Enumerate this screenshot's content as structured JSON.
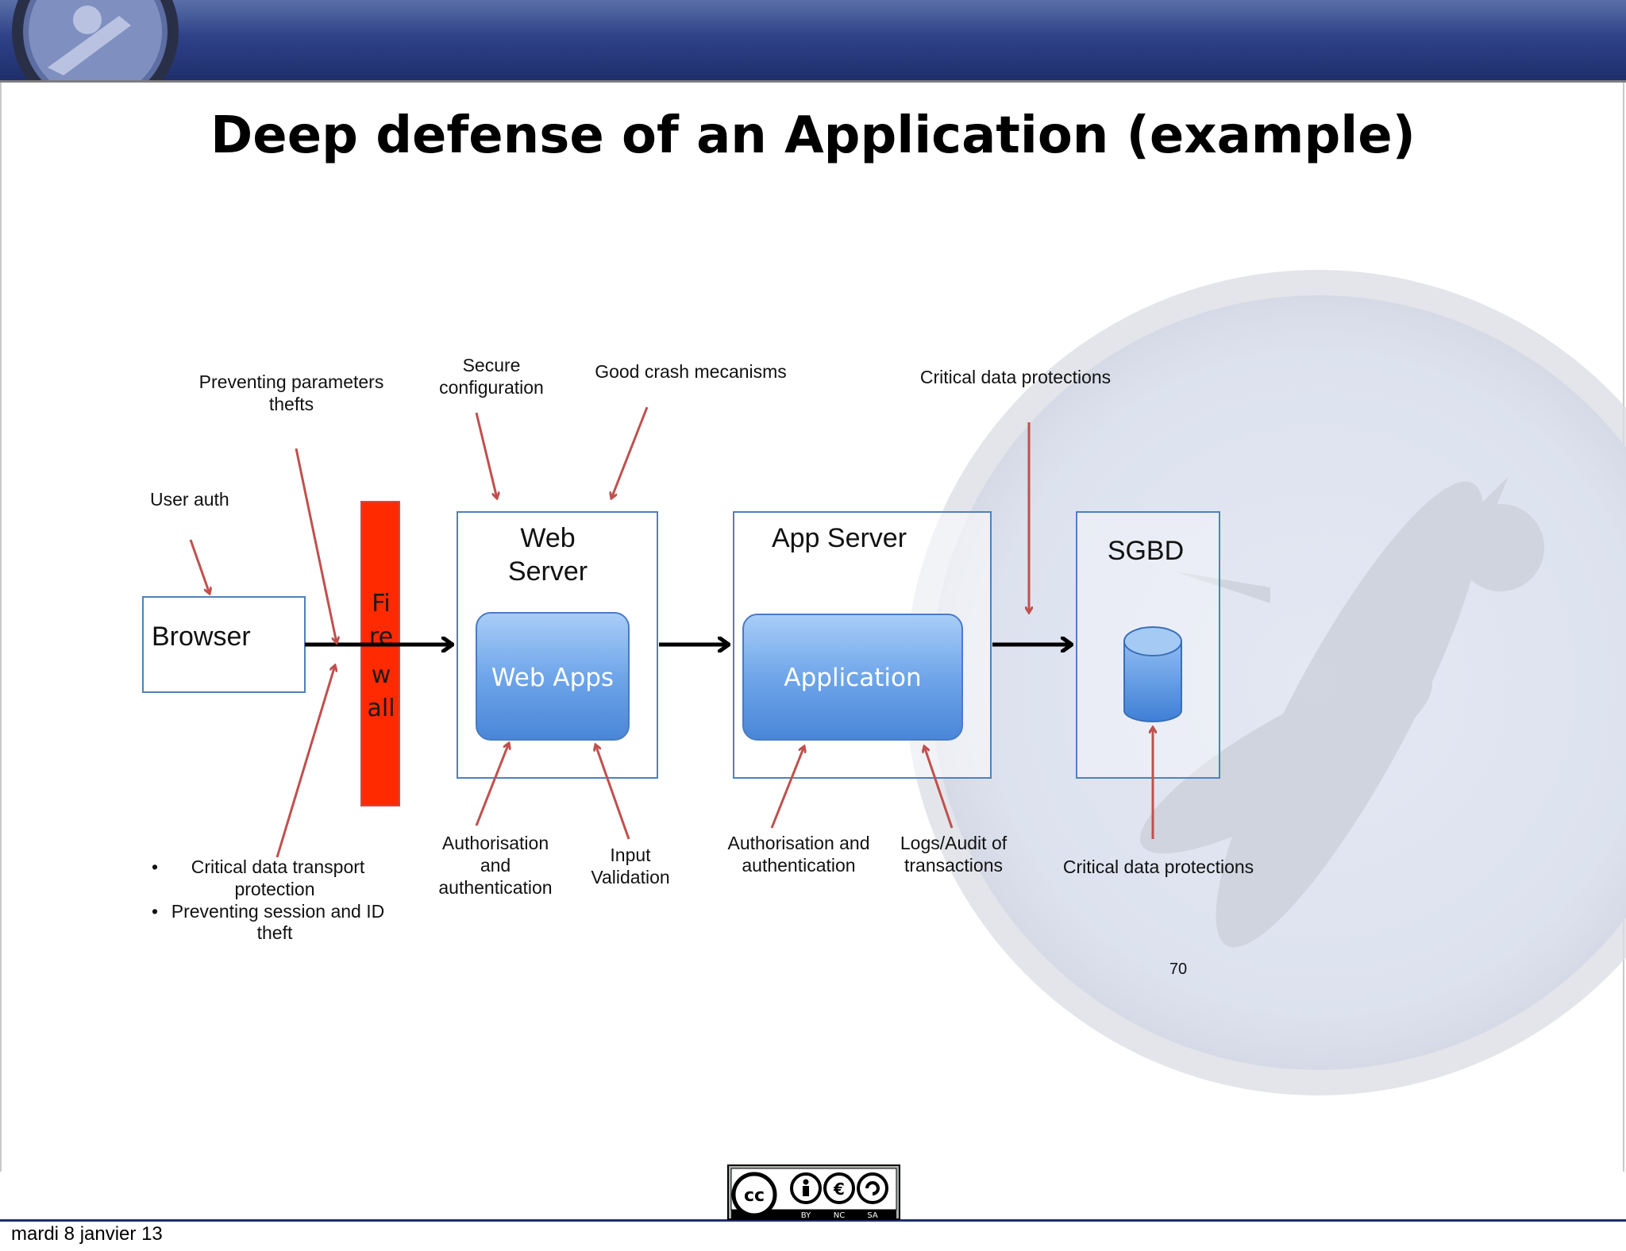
{
  "slide": {
    "title": "Deep defense of an Application (example)",
    "page_number": "70",
    "footer_date": "mardi 8 janvier 13"
  },
  "components": {
    "browser": "Browser",
    "firewall_lines": [
      "Fi",
      "re",
      "w",
      "all"
    ],
    "web_server_lines": [
      "Web",
      "Server"
    ],
    "web_apps": "Web Apps",
    "app_server": "App Server",
    "application": "Application",
    "sgbd": "SGBD"
  },
  "annotations": {
    "user_auth": "User auth",
    "preventing_params_lines": [
      "Preventing parameters",
      "thefts"
    ],
    "secure_config_lines": [
      "Secure",
      "configuration"
    ],
    "good_crash": "Good crash mecanisms",
    "critical_top": "Critical data protections",
    "transport_bullet_lines": [
      "Critical data transport",
      "protection"
    ],
    "session_bullet_lines": [
      "Preventing session and ID",
      "theft"
    ],
    "authz_web_lines": [
      "Authorisation",
      "and",
      "authentication"
    ],
    "input_validation_lines": [
      "Input",
      "Validation"
    ],
    "authz_app_lines": [
      "Authorisation and",
      "authentication"
    ],
    "logs_lines": [
      "Logs/Audit of",
      "transactions"
    ],
    "critical_bottom": "Critical data protections"
  },
  "license": {
    "cc": "cc",
    "terms": [
      "BY",
      "NC",
      "SA"
    ]
  },
  "colors": {
    "arrow_red": "#c0504d",
    "firewall_red": "#ff2a00",
    "box_blue": "#4f81bd",
    "bar_blue": "#2f4288"
  }
}
